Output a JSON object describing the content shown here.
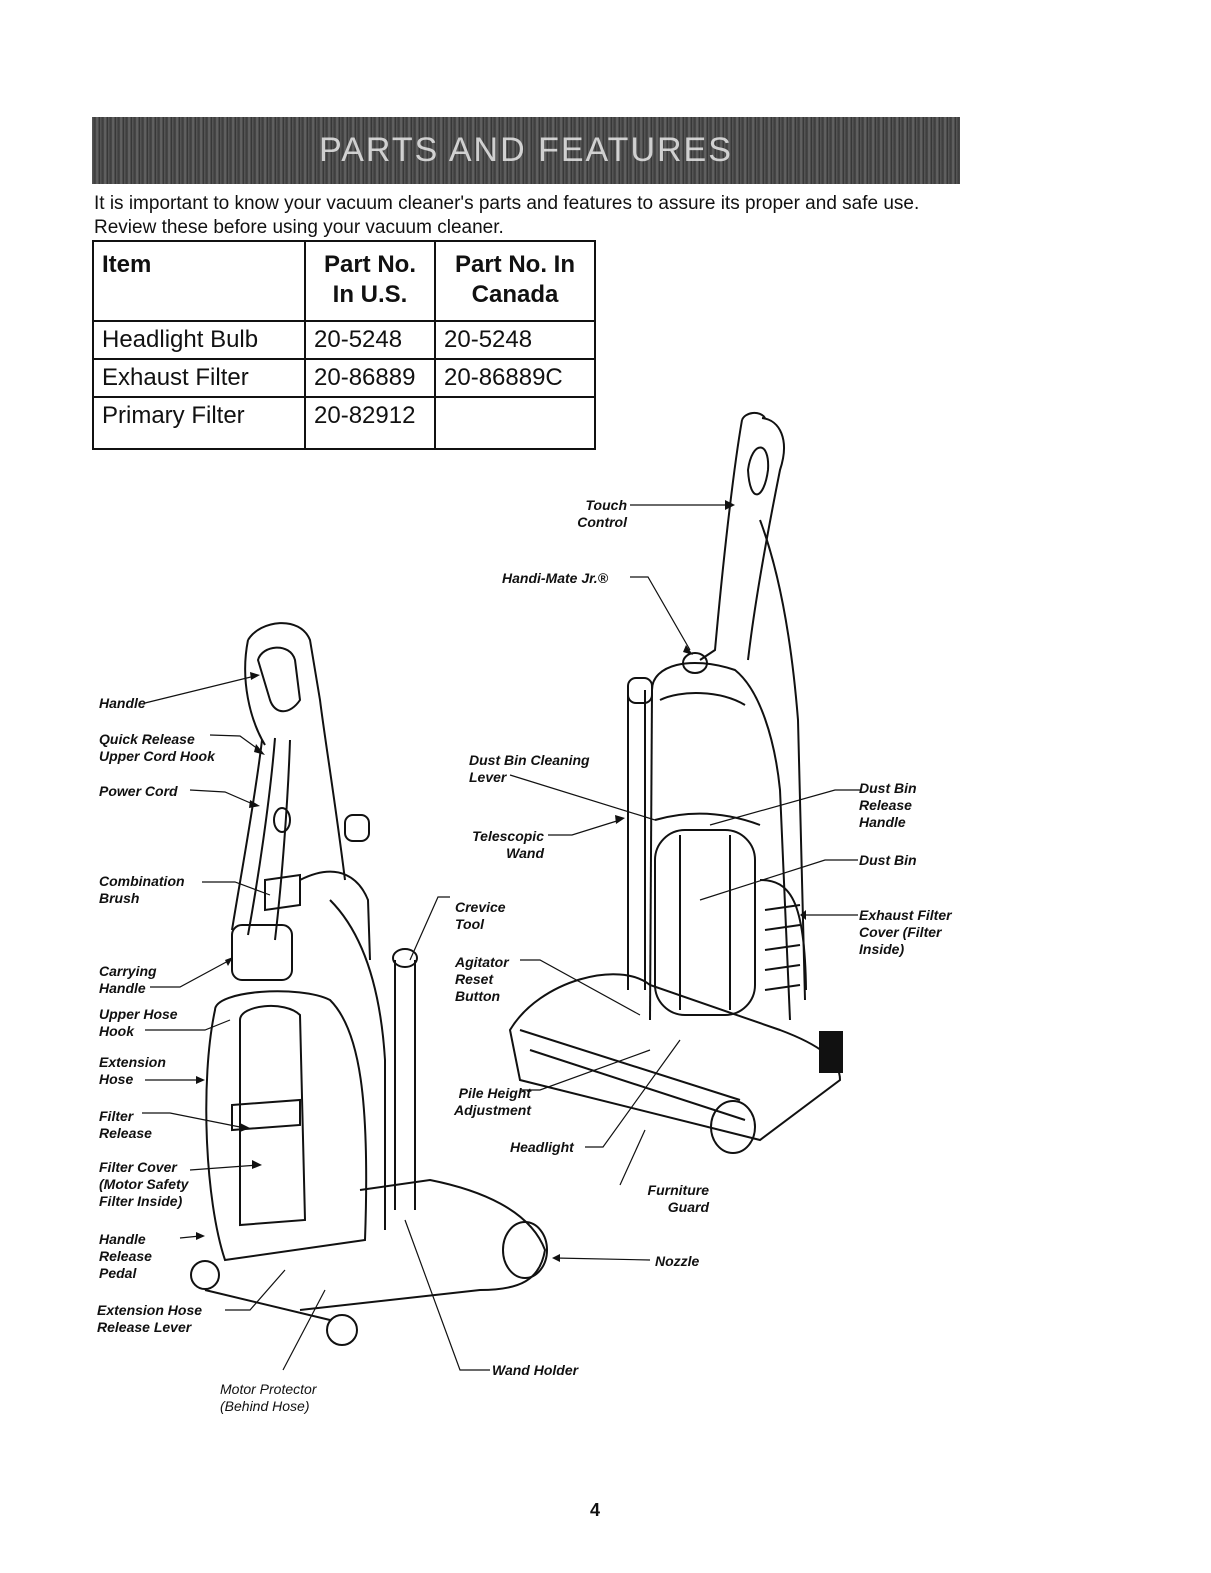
{
  "banner": {
    "title": "PARTS AND FEATURES"
  },
  "intro": "It is important to know your vacuum cleaner's parts and features to assure its proper and safe use. Review these before using your vacuum cleaner.",
  "parts_table": {
    "headers": [
      "Item",
      "Part No. In U.S.",
      "Part No. In Canada"
    ],
    "rows": [
      [
        "Headlight Bulb",
        "20-5248",
        "20-5248"
      ],
      [
        "Exhaust Filter",
        "20-86889",
        "20-86889C"
      ],
      [
        "Primary Filter",
        "20-82912",
        ""
      ]
    ]
  },
  "labels": {
    "touch_control": "Touch Control",
    "handimate": "Handi-Mate Jr.®",
    "handle": "Handle",
    "quick_release": "Quick Release Upper Cord Hook",
    "power_cord": "Power Cord",
    "dust_bin_cleaning": "Dust Bin Cleaning Lever",
    "dust_bin_release": "Dust Bin Release Handle",
    "telescopic_wand": "Telescopic Wand",
    "dust_bin": "Dust Bin",
    "combination_brush": "Combination Brush",
    "crevice_tool": "Crevice Tool",
    "exhaust_filter_cover": "Exhaust Filter Cover (Filter Inside)",
    "carrying_handle": "Carrying Handle",
    "agitator_reset": "Agitator Reset Button",
    "upper_hose_hook": "Upper Hose Hook",
    "extension_hose": "Extension Hose",
    "pile_height": "Pile Height Adjustment",
    "filter_release": "Filter Release",
    "headlight": "Headlight",
    "filter_cover": "Filter Cover (Motor Safety Filter Inside)",
    "furniture_guard": "Furniture Guard",
    "handle_release_pedal": "Handle Release Pedal",
    "nozzle": "Nozzle",
    "extension_hose_release": "Extension Hose Release Lever",
    "wand_holder": "Wand Holder",
    "motor_protector": "Motor Protector (Behind Hose)"
  },
  "page_number": "4"
}
